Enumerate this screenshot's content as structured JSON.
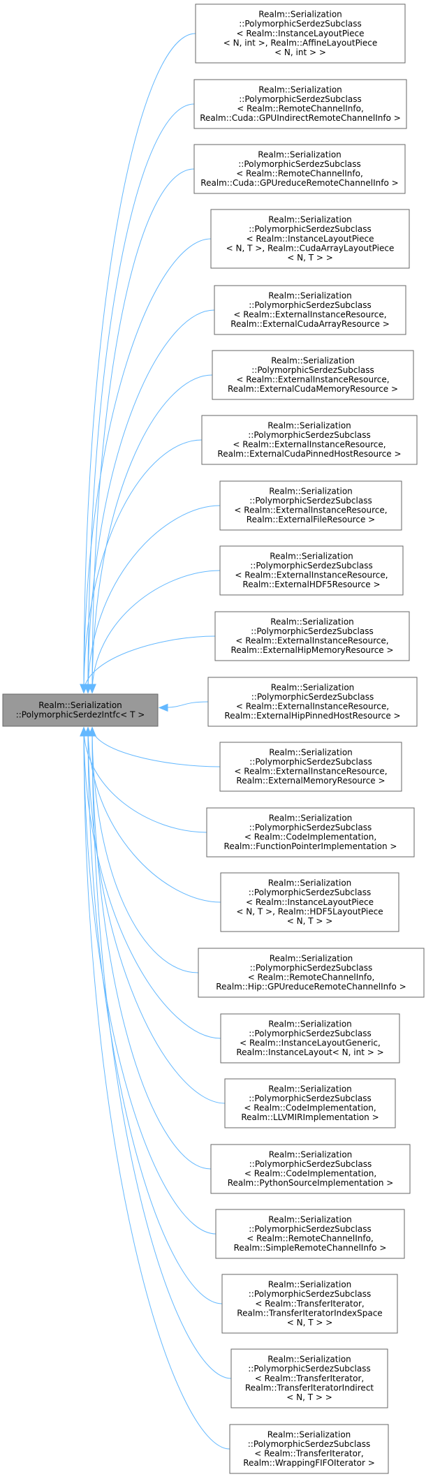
{
  "base_class": {
    "lines": [
      "Realm::Serialization",
      "::PolymorphicSerdezIntfc< T >"
    ]
  },
  "derived_classes": [
    {
      "lines": [
        "Realm::Serialization",
        "::PolymorphicSerdezSubclass",
        "< Realm::InstanceLayoutPiece",
        "< N, int >, Realm::AffineLayoutPiece",
        "< N, int > >"
      ]
    },
    {
      "lines": [
        "Realm::Serialization",
        "::PolymorphicSerdezSubclass",
        "< Realm::RemoteChannelInfo,",
        " Realm::Cuda::GPUIndirectRemoteChannelInfo >"
      ]
    },
    {
      "lines": [
        "Realm::Serialization",
        "::PolymorphicSerdezSubclass",
        "< Realm::RemoteChannelInfo,",
        " Realm::Cuda::GPUreduceRemoteChannelInfo >"
      ]
    },
    {
      "lines": [
        "Realm::Serialization",
        "::PolymorphicSerdezSubclass",
        "< Realm::InstanceLayoutPiece",
        "< N, T >, Realm::CudaArrayLayoutPiece",
        "< N, T > >"
      ]
    },
    {
      "lines": [
        "Realm::Serialization",
        "::PolymorphicSerdezSubclass",
        "< Realm::ExternalInstanceResource,",
        " Realm::ExternalCudaArrayResource >"
      ]
    },
    {
      "lines": [
        "Realm::Serialization",
        "::PolymorphicSerdezSubclass",
        "< Realm::ExternalInstanceResource,",
        " Realm::ExternalCudaMemoryResource >"
      ]
    },
    {
      "lines": [
        "Realm::Serialization",
        "::PolymorphicSerdezSubclass",
        "< Realm::ExternalInstanceResource,",
        " Realm::ExternalCudaPinnedHostResource >"
      ]
    },
    {
      "lines": [
        "Realm::Serialization",
        "::PolymorphicSerdezSubclass",
        "< Realm::ExternalInstanceResource,",
        " Realm::ExternalFileResource >"
      ]
    },
    {
      "lines": [
        "Realm::Serialization",
        "::PolymorphicSerdezSubclass",
        "< Realm::ExternalInstanceResource,",
        " Realm::ExternalHDF5Resource >"
      ]
    },
    {
      "lines": [
        "Realm::Serialization",
        "::PolymorphicSerdezSubclass",
        "< Realm::ExternalInstanceResource,",
        " Realm::ExternalHipMemoryResource >"
      ]
    },
    {
      "lines": [
        "Realm::Serialization",
        "::PolymorphicSerdezSubclass",
        "< Realm::ExternalInstanceResource,",
        " Realm::ExternalHipPinnedHostResource >"
      ]
    },
    {
      "lines": [
        "Realm::Serialization",
        "::PolymorphicSerdezSubclass",
        "< Realm::ExternalInstanceResource,",
        " Realm::ExternalMemoryResource >"
      ]
    },
    {
      "lines": [
        "Realm::Serialization",
        "::PolymorphicSerdezSubclass",
        "< Realm::CodeImplementation,",
        " Realm::FunctionPointerImplementation >"
      ]
    },
    {
      "lines": [
        "Realm::Serialization",
        "::PolymorphicSerdezSubclass",
        "< Realm::InstanceLayoutPiece",
        "< N, T >, Realm::HDF5LayoutPiece",
        "< N, T > >"
      ]
    },
    {
      "lines": [
        "Realm::Serialization",
        "::PolymorphicSerdezSubclass",
        "< Realm::RemoteChannelInfo,",
        " Realm::Hip::GPUreduceRemoteChannelInfo >"
      ]
    },
    {
      "lines": [
        "Realm::Serialization",
        "::PolymorphicSerdezSubclass",
        "< Realm::InstanceLayoutGeneric,",
        " Realm::InstanceLayout< N, int > >"
      ]
    },
    {
      "lines": [
        "Realm::Serialization",
        "::PolymorphicSerdezSubclass",
        "< Realm::CodeImplementation,",
        " Realm::LLVMIRImplementation >"
      ]
    },
    {
      "lines": [
        "Realm::Serialization",
        "::PolymorphicSerdezSubclass",
        "< Realm::CodeImplementation,",
        " Realm::PythonSourceImplementation >"
      ]
    },
    {
      "lines": [
        "Realm::Serialization",
        "::PolymorphicSerdezSubclass",
        "< Realm::RemoteChannelInfo,",
        " Realm::SimpleRemoteChannelInfo >"
      ]
    },
    {
      "lines": [
        "Realm::Serialization",
        "::PolymorphicSerdezSubclass",
        "< Realm::TransferIterator,",
        " Realm::TransferIteratorIndexSpace",
        "< N, T > >"
      ]
    },
    {
      "lines": [
        "Realm::Serialization",
        "::PolymorphicSerdezSubclass",
        "< Realm::TransferIterator,",
        " Realm::TransferIteratorIndirect",
        "< N, T > >"
      ]
    },
    {
      "lines": [
        "Realm::Serialization",
        "::PolymorphicSerdezSubclass",
        "< Realm::TransferIterator,",
        " Realm::WrappingFIFOIterator >"
      ]
    }
  ]
}
